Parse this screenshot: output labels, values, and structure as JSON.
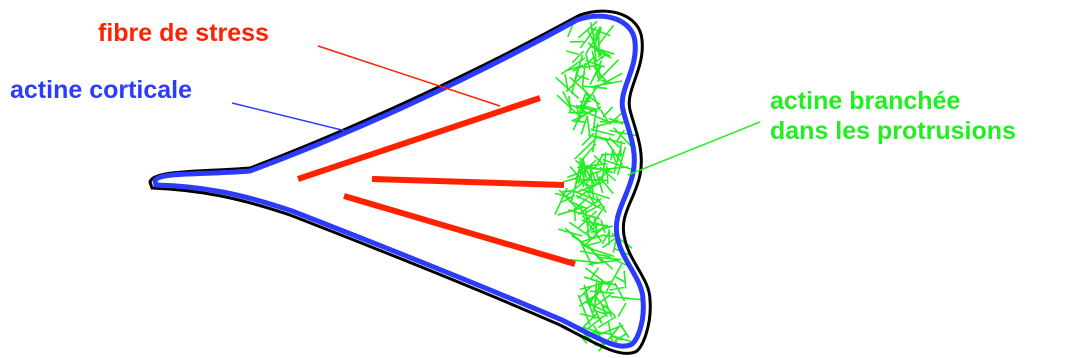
{
  "labels": {
    "stress_fiber": "fibre de stress",
    "cortical_actin": "actine corticale",
    "branched_actin_line1": "actine branchée",
    "branched_actin_line2": "dans les protrusions"
  },
  "colors": {
    "stress_fiber": "#ff2200",
    "cortical_actin": "#2b3cff",
    "branched_actin": "#22ee22",
    "membrane_outline": "#000000"
  }
}
